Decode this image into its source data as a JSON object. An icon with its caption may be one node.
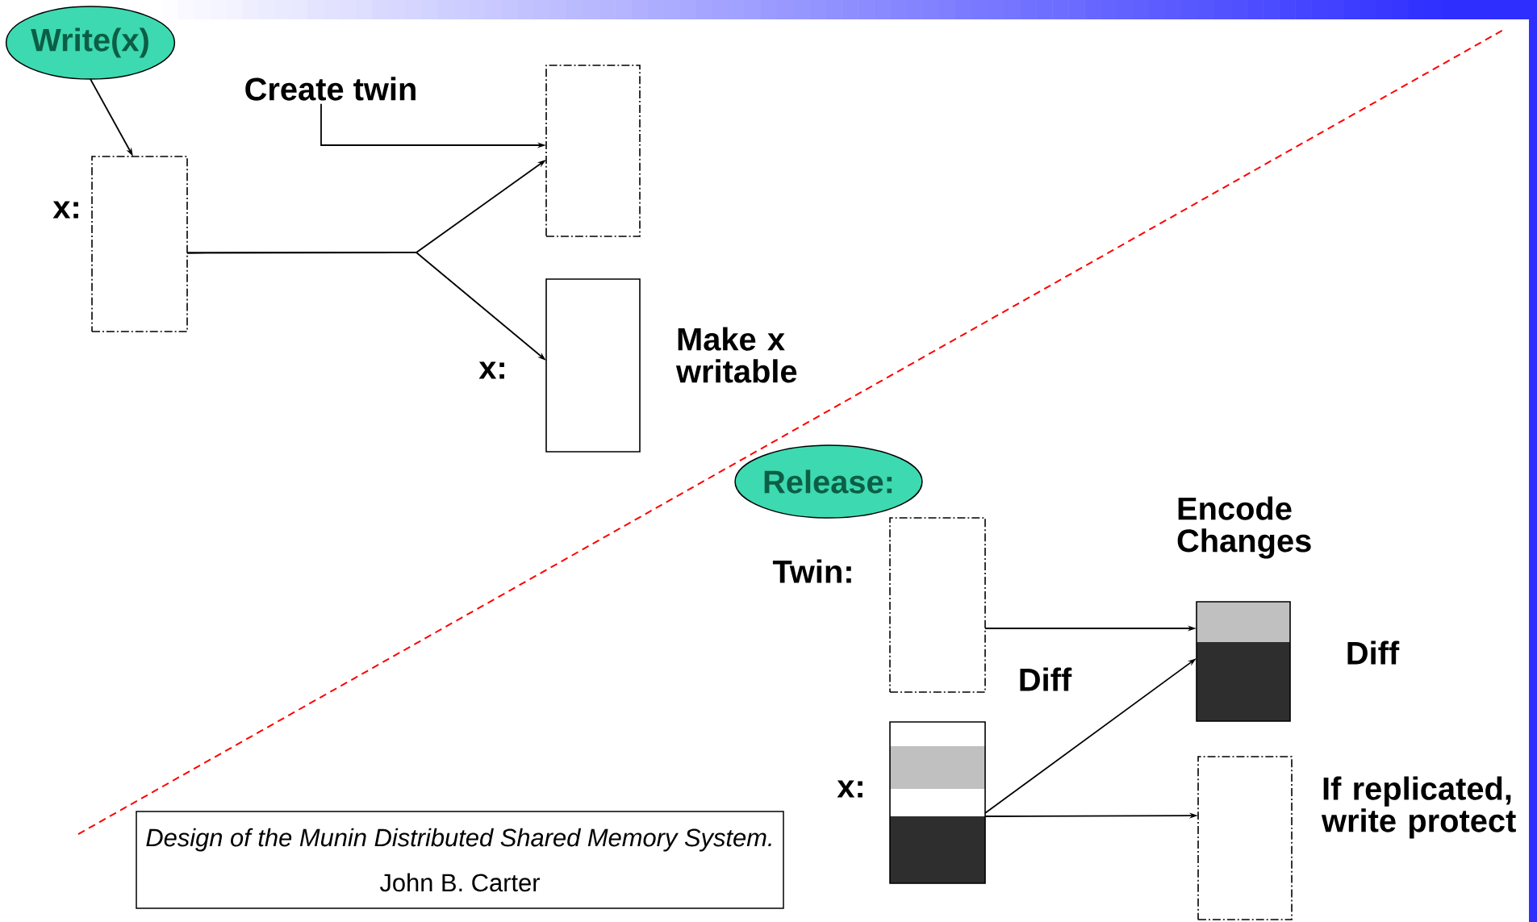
{
  "diagram": {
    "nodes": [
      {
        "text": [
          "Write(x)"
        ]
      },
      {
        "text": [],
        "shape": "box",
        "beside": [
          "x:"
        ]
      },
      {
        "text": [],
        "shape": "box"
      },
      {
        "text": [],
        "shape": "box",
        "beside": [
          "x:",
          "Make x writable"
        ]
      },
      {
        "text": [
          "Create twin"
        ]
      },
      {
        "text": [
          "Release:"
        ]
      },
      {
        "text": [],
        "shape": "box",
        "beside": [
          "Twin:"
        ]
      },
      {
        "text": [],
        "shape": "box",
        "beside": [
          "x:"
        ]
      },
      {
        "text": [],
        "shape": "box",
        "beside": [
          "Encode Changes",
          "Diff"
        ]
      },
      {
        "text": [],
        "shape": "box",
        "beside": [
          "If replicated, write protect"
        ]
      },
      {
        "text": [
          "Design of the Munin Distributed Shared Memory System.",
          "John B. Carter"
        ]
      }
    ],
    "edges": [
      {
        "from": 0,
        "to": 1,
        "arrow": "to"
      },
      {
        "from": 4,
        "to": 2,
        "arrow": "to"
      },
      {
        "from": 1,
        "to": 2,
        "arrow": "to"
      },
      {
        "from": 1,
        "to": 3,
        "arrow": "to"
      },
      {
        "from": 6,
        "to": 8,
        "arrow": "to"
      },
      {
        "from": 7,
        "to": 8,
        "arrow": "to"
      },
      {
        "from": 7,
        "to": 9,
        "arrow": "to"
      }
    ],
    "labels": [
      "Diff"
    ]
  }
}
